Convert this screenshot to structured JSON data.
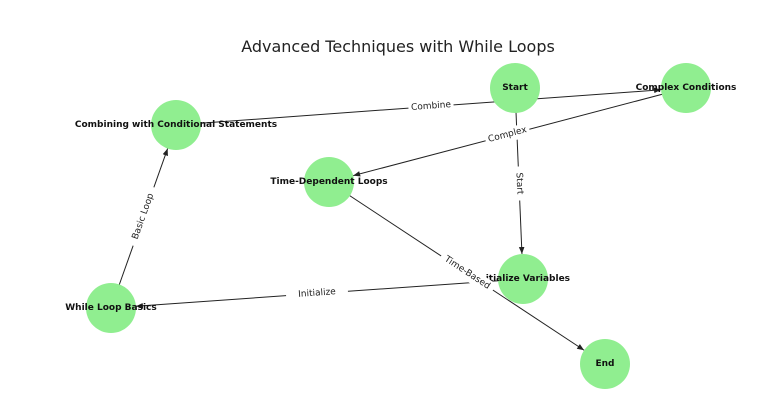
{
  "title": "Advanced Techniques with While Loops",
  "node_color": "#90ee90",
  "nodes": [
    {
      "id": "start",
      "label": "Start"
    },
    {
      "id": "complex",
      "label": "Complex Conditions"
    },
    {
      "id": "combining",
      "label": "Combining with Conditional Statements"
    },
    {
      "id": "timedep",
      "label": "Time-Dependent Loops"
    },
    {
      "id": "initvars",
      "label": "Initialize Variables"
    },
    {
      "id": "basics",
      "label": "While Loop Basics"
    },
    {
      "id": "end",
      "label": "End"
    }
  ],
  "edges": [
    {
      "from": "start",
      "to": "initvars",
      "label": "Start"
    },
    {
      "from": "initvars",
      "to": "basics",
      "label": "Initialize"
    },
    {
      "from": "basics",
      "to": "combining",
      "label": "Basic Loop"
    },
    {
      "from": "combining",
      "to": "complex",
      "label": "Combine"
    },
    {
      "from": "complex",
      "to": "timedep",
      "label": "Complex"
    },
    {
      "from": "timedep",
      "to": "end",
      "label": "Time-Based"
    }
  ]
}
